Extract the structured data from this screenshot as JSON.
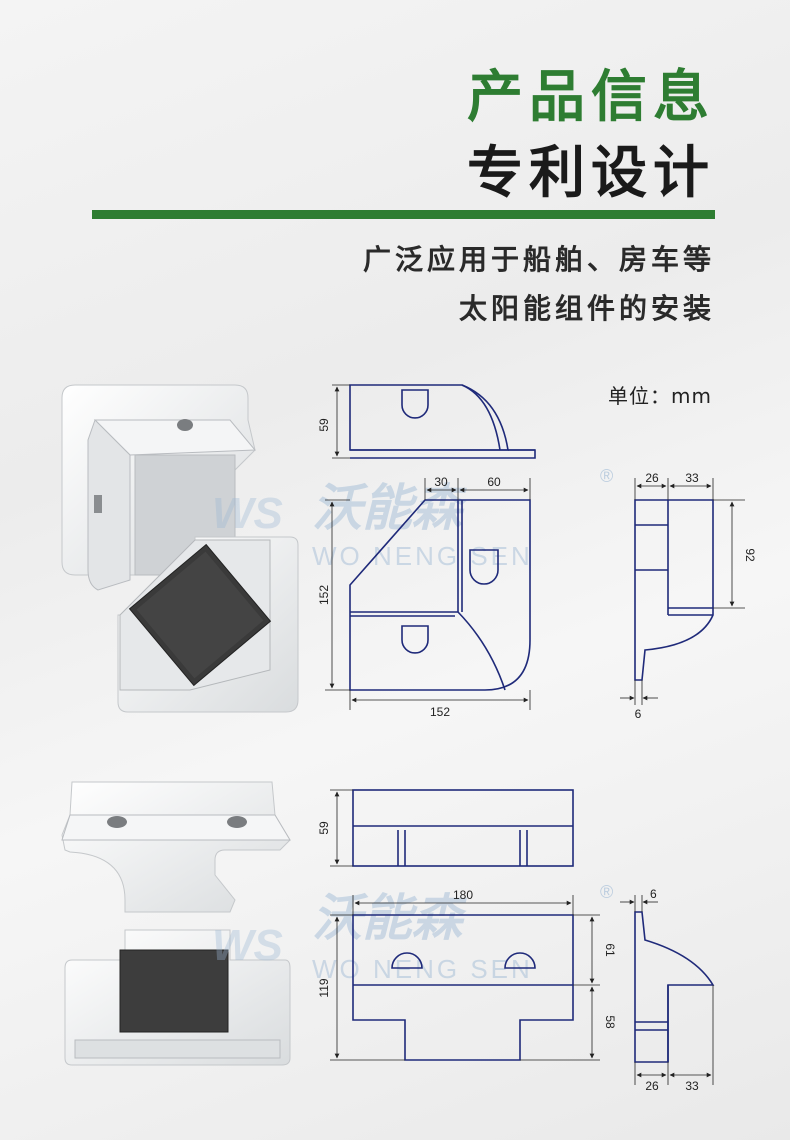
{
  "header": {
    "title_green": "产品信息",
    "title_black": "专利设计"
  },
  "description": {
    "line1": "广泛应用于船舶、房车等",
    "line2": "太阳能组件的安装"
  },
  "unit_label": "单位：mm",
  "watermark": {
    "brand_cn": "沃能森",
    "brand_en": "WO NENG SEN",
    "ws": "WS",
    "registered": "®"
  },
  "drawing1": {
    "top_height": "59",
    "dim_30": "30",
    "dim_60": "60",
    "height_152": "152",
    "width_152": "152",
    "side_26": "26",
    "side_33": "33",
    "side_92": "92",
    "side_6": "6"
  },
  "drawing2": {
    "top_height": "59",
    "width_180": "180",
    "height_119": "119",
    "height_61": "61",
    "height_58": "58",
    "side_6": "6",
    "side_26": "26",
    "side_33": "33"
  },
  "colors": {
    "accent_green": "#2e7d32",
    "drawing_line": "#1f2a7a"
  }
}
